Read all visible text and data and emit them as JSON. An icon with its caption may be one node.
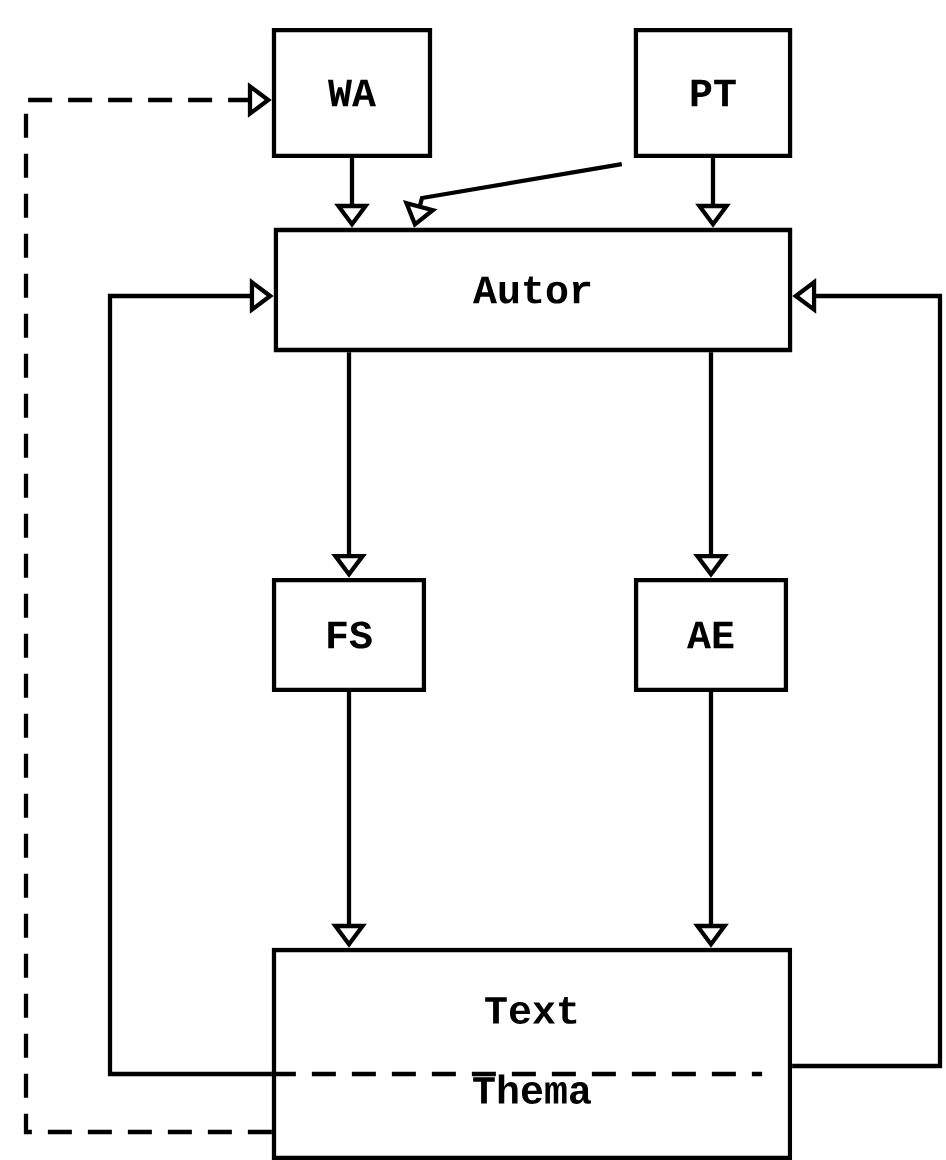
{
  "diagram": {
    "nodes": [
      {
        "text": [
          "WA"
        ]
      },
      {
        "text": [
          "PT"
        ]
      },
      {
        "text": [
          "Autor"
        ]
      },
      {
        "text": [
          "FS"
        ]
      },
      {
        "text": [
          "AE"
        ]
      },
      {
        "text": [
          "Text",
          "Thema"
        ]
      }
    ],
    "edges": [
      {
        "from": 0,
        "to": 2,
        "arrow": "to"
      },
      {
        "from": 1,
        "to": 2,
        "arrow": "to"
      },
      {
        "from": 1,
        "to": 2,
        "arrow": "to"
      },
      {
        "from": 2,
        "to": 3,
        "arrow": "to"
      },
      {
        "from": 2,
        "to": 4,
        "arrow": "to"
      },
      {
        "from": 3,
        "to": 5,
        "arrow": "to"
      },
      {
        "from": 4,
        "to": 5,
        "arrow": "to"
      },
      {
        "from": 5,
        "to": 2,
        "arrow": "to"
      },
      {
        "from": 5,
        "to": 2,
        "arrow": "to"
      },
      {
        "from": 5,
        "to": 0,
        "arrow": "to",
        "style": "dashed"
      }
    ]
  }
}
